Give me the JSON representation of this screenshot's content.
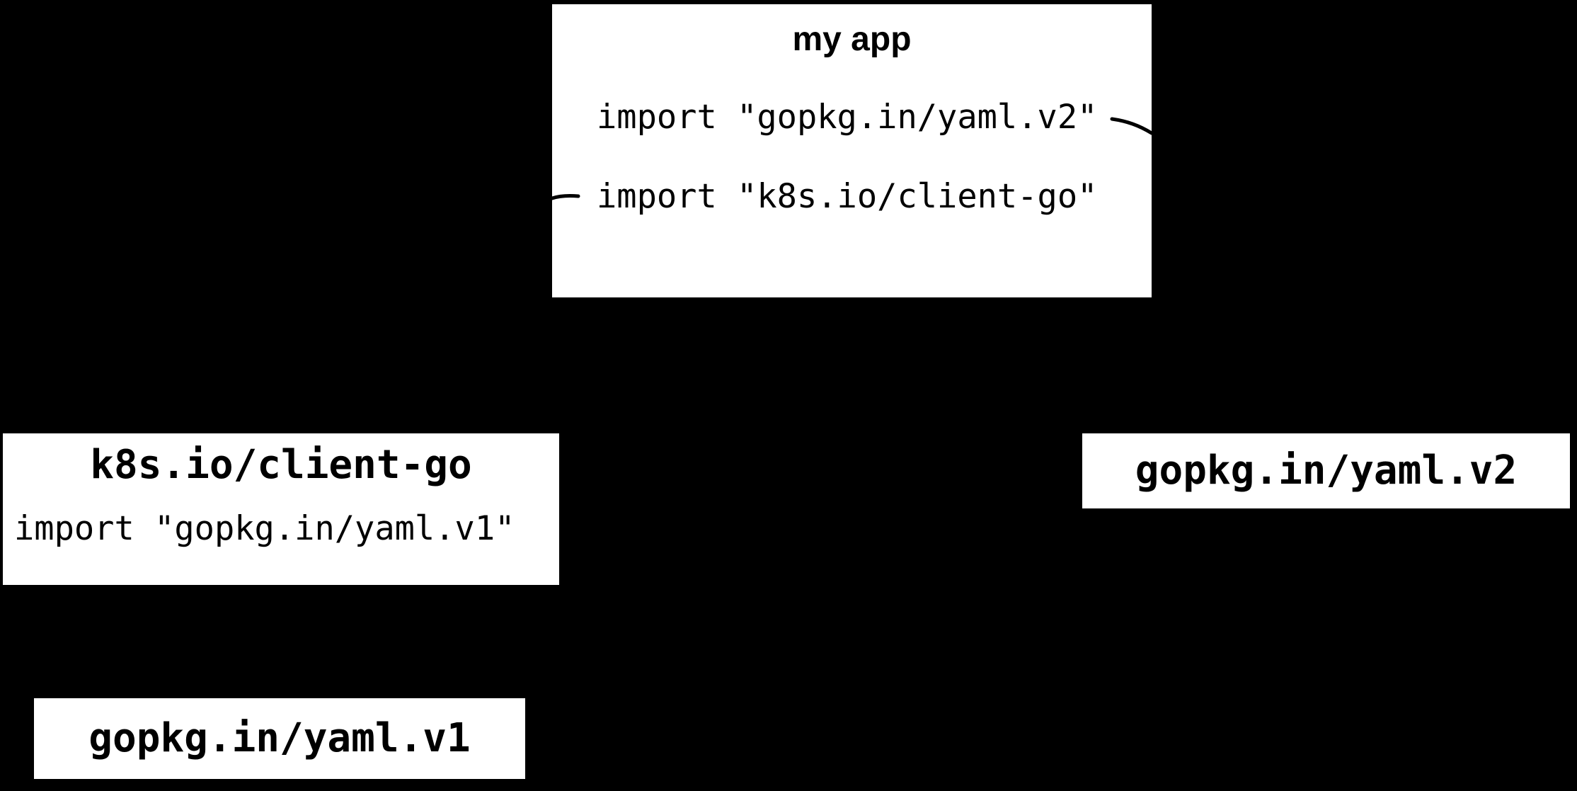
{
  "colors": {
    "background": "#000000",
    "box_background": "#ffffff",
    "text": "#000000",
    "connector": "#000000"
  },
  "boxes": {
    "my_app": {
      "title": "my app",
      "imports": [
        "import \"gopkg.in/yaml.v2\"",
        "import \"k8s.io/client-go\""
      ]
    },
    "client_go": {
      "title": "k8s.io/client-go",
      "imports": [
        "import \"gopkg.in/yaml.v1\""
      ]
    },
    "yaml_v2": {
      "title": "gopkg.in/yaml.v2"
    },
    "yaml_v1": {
      "title": "gopkg.in/yaml.v1"
    }
  },
  "connectors": [
    {
      "name": "yaml-v2-import-stub",
      "side": "right edge of my app box, from import \"gopkg.in/yaml.v2\" line"
    },
    {
      "name": "client-go-import-stub",
      "side": "left edge of my app box, to import \"k8s.io/client-go\" line"
    }
  ]
}
